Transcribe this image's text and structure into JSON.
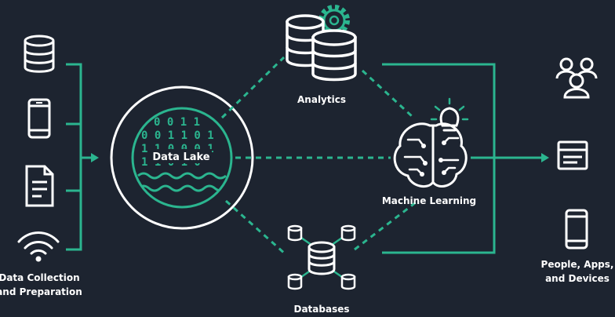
{
  "diagram": {
    "colors": {
      "background": "#1d2430",
      "accent": "#2bb58f",
      "icon": "#ffffff",
      "line": "#ffffff"
    },
    "sources": {
      "icons": [
        "database-icon",
        "mobile-phone-icon",
        "document-icon",
        "wifi-icon"
      ],
      "label_line1": "Data Collection",
      "label_line2": "and Preparation"
    },
    "data_lake": {
      "label": "Data Lake",
      "binary_rows": [
        "0 0 1 1",
        "0 0 1 1 0 1",
        "1 1 0 0 0 1",
        "1 1 0 1 0"
      ]
    },
    "analytics": {
      "label": "Analytics",
      "icons": [
        "database-stack-icon",
        "gear-icon"
      ]
    },
    "machine_learning": {
      "label": "Machine Learning",
      "icons": [
        "circuit-brain-icon",
        "lightbulb-icon"
      ]
    },
    "databases": {
      "label": "Databases",
      "icons": [
        "database-network-icon"
      ]
    },
    "consumers": {
      "icons": [
        "people-icon",
        "browser-window-icon",
        "mobile-phone-icon"
      ],
      "label_line1": "People, Apps,",
      "label_line2": "and Devices"
    }
  }
}
